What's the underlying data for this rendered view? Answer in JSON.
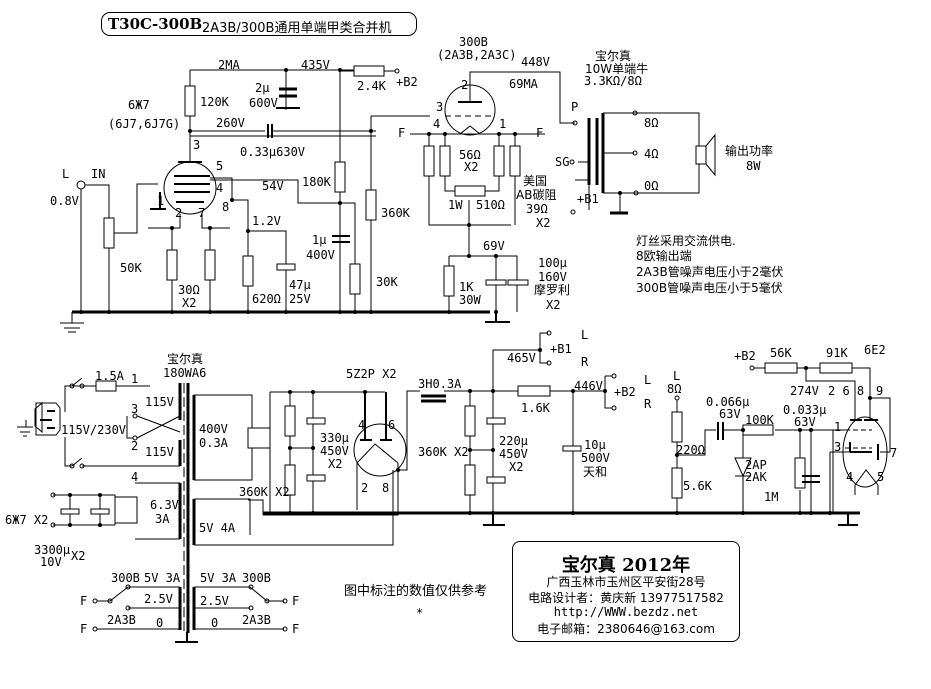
{
  "title": {
    "model": "T30C-300B",
    "subtitle": "2A3B/300B通用单端甲类合并机"
  },
  "preamp": {
    "input_label_l": "L",
    "input_label_in": "IN",
    "input_level": "0.8V",
    "volume_pot": "50K",
    "tube_name": "6Ж7",
    "tube_alt": "(6J7,6J7G)",
    "pin_labels": [
      "3",
      "5",
      "4",
      "1",
      "2",
      "7",
      "8"
    ],
    "plate_current": "2MA",
    "plate_voltage": "260V",
    "plate_resistor": "120K",
    "supply_voltage": "435V",
    "supply_cap_value": "2μ",
    "supply_cap_voltage": "600V",
    "supply_resistor": "2.4K",
    "supply_node": "+B2",
    "coupling_cap": "0.33μ630V",
    "screen_voltage": "54V",
    "screen_resistor_top": "180K",
    "screen_cap_value": "1μ",
    "screen_cap_voltage": "400V",
    "screen_resistor_bottom": "30K",
    "grid_resistor": "360K",
    "cathode_voltage": "1.2V",
    "heater_resistors": "30Ω",
    "heater_resistors_qty": "X2",
    "cathode_resistor": "620Ω",
    "cathode_cap_value": "47μ",
    "cathode_cap_voltage": "25V"
  },
  "power_tube": {
    "name": "300B",
    "alt": "(2A3B,2A3C)",
    "plate_voltage": "448V",
    "plate_current": "69MA",
    "pin_labels": [
      "2",
      "3",
      "4",
      "1"
    ],
    "filament_left": "F",
    "filament_right": "F",
    "hum_resistors": "56Ω",
    "hum_resistors_qty": "X2",
    "hum_pot_power": "1W",
    "hum_pot": "510Ω",
    "carbon_label_1": "美国",
    "carbon_label_2": "AB碳阻",
    "carbon_value": "39Ω",
    "carbon_qty": "X2",
    "cathode_voltage": "69V",
    "cathode_resistor": "1K",
    "cathode_resistor_power": "30W",
    "cathode_cap_value": "100μ",
    "cathode_cap_voltage": "160V",
    "cathode_cap_brand": "摩罗利",
    "cathode_cap_qty": "X2"
  },
  "output_transformer": {
    "brand": "宝尔真",
    "type": "10W单端牛",
    "impedance": "3.3KΩ/8Ω",
    "primary_p": "P",
    "primary_sg": "SG",
    "primary_b1": "+B1",
    "taps": [
      "8Ω",
      "4Ω",
      "0Ω"
    ],
    "power_label": "输出功率",
    "power_value": "8W"
  },
  "notes": [
    "灯丝采用交流供电.",
    "8欧输出端",
    "2A3B管噪声电压小于2毫伏",
    "300B管噪声电压小于5毫伏"
  ],
  "power_supply": {
    "transformer_brand": "宝尔真",
    "transformer_model": "180WA6",
    "fuse": "1.5A",
    "mains": "115V/230V",
    "primary_windings": [
      "115V",
      "115V"
    ],
    "terminal_numbers": [
      "1",
      "3",
      "2",
      "4"
    ],
    "hv_winding_voltage": "400V",
    "hv_winding_current": "0.3A",
    "bridge_plus": "+",
    "bridge_minus": "−",
    "rect_winding": "5V 4A",
    "rectifier_tube": "5Z2P X2",
    "rectifier_pins": [
      "4",
      "6",
      "2",
      "8"
    ],
    "bleeder_1": "360K X2",
    "filter_cap_1_value": "330μ",
    "filter_cap_1_voltage": "450V",
    "filter_cap_1_qty": "X2",
    "choke": "3H0.3A",
    "bleeder_2": "360K X2",
    "filter_cap_2_value": "220μ",
    "filter_cap_2_voltage": "450V",
    "filter_cap_2_qty": "X2",
    "b1_voltage": "465V",
    "b1_label": "+B1",
    "b1_left": "L",
    "b1_right": "R",
    "dropping_resistor": "1.6K",
    "b2_voltage": "446V",
    "b2_label": "+B2",
    "b2_left": "L",
    "b2_right": "R",
    "filter_cap_3_value": "10μ",
    "filter_cap_3_voltage": "500V",
    "filter_cap_3_brand": "天和",
    "heater_tube": "6Ж7 X2",
    "heater_winding_voltage": "6.3V",
    "heater_winding_current": "3A",
    "heater_cap": "3300μ",
    "heater_cap_voltage": "10V",
    "heater_cap_qty": "X2"
  },
  "filament_switch": {
    "left_tap_300b": "300B",
    "left_rating": "5V 3A",
    "left_mid": "2.5V",
    "left_tap_2a3b": "2A3B",
    "left_zero": "0",
    "right_rating": "5V 3A",
    "right_tap_300b": "300B",
    "right_mid": "2.5V",
    "right_zero": "0",
    "right_tap_2a3b": "2A3B",
    "f_label": "F"
  },
  "indicator": {
    "input_l": "L",
    "input_imp": "8Ω",
    "divider_top": "220Ω",
    "divider_bottom": "5.6K",
    "cap_1_value": "0.066μ",
    "cap_1_voltage": "63V",
    "diode": "2AP",
    "diode_alt": "2AK",
    "series_resistor": "100K",
    "grid_resistor": "1M",
    "cap_2_value": "0.033μ",
    "cap_2_voltage": "63V",
    "supply": "+B2",
    "resistor_1": "56K",
    "resistor_2": "91K",
    "tube": "6E2",
    "node_voltage": "274V",
    "pins_top": "2 6 8",
    "pin_9": "9",
    "pin_1": "1",
    "pin_3": "3",
    "pin_7": "7",
    "pin_4": "4",
    "pin_5": "5"
  },
  "reference_note": "图中标注的数值仅供参考",
  "asterisk": "*",
  "info_box": {
    "heading": "宝尔真 2012年",
    "address": "广西玉林市玉州区平安街28号",
    "designer": "电路设计者：黄庆新 13977517582",
    "website": "http://WWW.bezdz.net",
    "email": "电子邮箱：2380646@163.com"
  }
}
